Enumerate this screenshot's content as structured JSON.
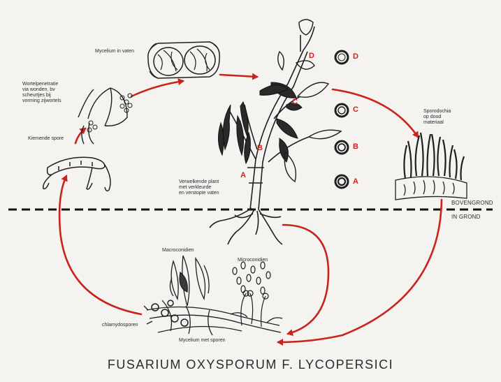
{
  "diagram": {
    "title": "FUSARIUM OXYSPORUM F. LYCOPERSICI",
    "labels": {
      "mycelium_in_vaten": "Mycelium in vaten",
      "wortelpenetratie": [
        "Wortelpenetratie",
        "via wonden, bv",
        "scheurtjes bij",
        "vorming zijwortels"
      ],
      "kiemende_spore": "Kiemende spore",
      "verwelkende_plant": [
        "Verwelkende plant",
        "met verkleurde",
        "en verstopte vaten"
      ],
      "sporodochia": [
        "Sporodochia",
        "op dood",
        "materiaal"
      ],
      "macroconidien": "Macroconidien",
      "microconidien": "Microconidien",
      "chlamydosporen": "chlamydosporen",
      "mycelium_met_sporen": "Mycelium met sporen"
    },
    "soil": {
      "above": "BOVENGROND",
      "below": "IN GROND"
    },
    "stem_markers": [
      "A",
      "B",
      "C",
      "D"
    ],
    "cross_section_markers": [
      "D",
      "C",
      "B",
      "A"
    ],
    "colors": {
      "arrow": "#c8241d",
      "marker": "#d1221c",
      "ink": "#1f1f1f",
      "background": "#f4f3ef"
    }
  }
}
